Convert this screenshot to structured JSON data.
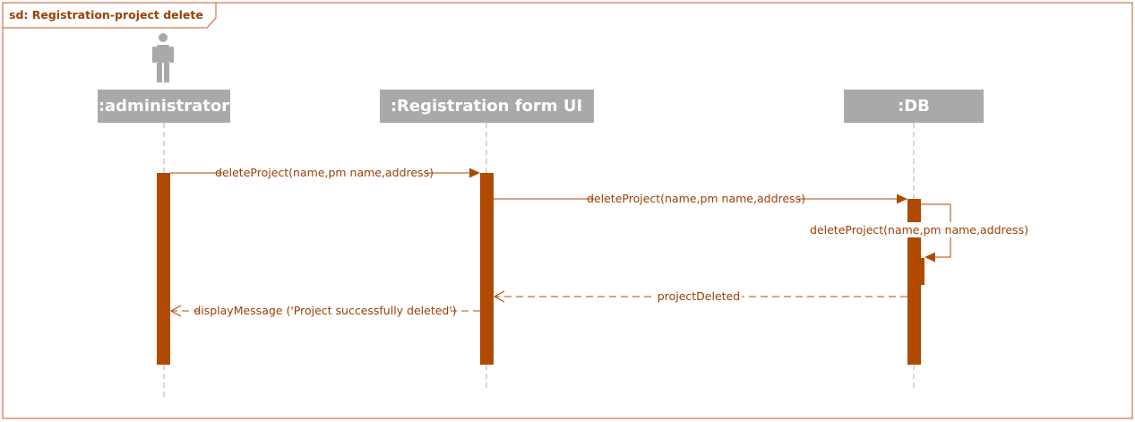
{
  "frame": {
    "title": "sd: Registration-project delete"
  },
  "lifelines": [
    {
      "name": ":administrator",
      "has_actor_icon": true
    },
    {
      "name": ":Registration form UI",
      "has_actor_icon": false
    },
    {
      "name": ":DB",
      "has_actor_icon": false
    }
  ],
  "messages": [
    {
      "label": "deleteProject(name,pm name,address)",
      "from": 0,
      "to": 1,
      "kind": "sync"
    },
    {
      "label": "deleteProject(name,pm name,address)",
      "from": 1,
      "to": 2,
      "kind": "sync"
    },
    {
      "label": "deleteProject(name,pm name,address)",
      "from": 2,
      "to": 2,
      "kind": "self"
    },
    {
      "label": "projectDeleted",
      "from": 2,
      "to": 1,
      "kind": "reply"
    },
    {
      "label": "displayMessage ('Project successfully deleted')",
      "from": 1,
      "to": 0,
      "kind": "reply"
    }
  ],
  "colors": {
    "frame_border": "#c5572a",
    "accent": "#b04a00",
    "text": "#9a3f05",
    "lifeline_head": "#a9a9a9",
    "actor_icon": "#a9a9a9",
    "dashed_line": "#b0b0b0"
  }
}
